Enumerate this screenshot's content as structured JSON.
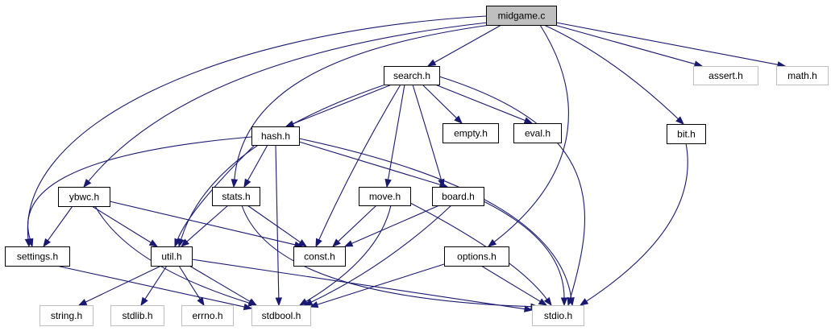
{
  "colors": {
    "edge": "#191970",
    "focus_fill": "#bfbfbf",
    "node_border": "#000000",
    "external_border": "#bfbfbf",
    "external_text": "#404040",
    "text": "#000000"
  },
  "nodes": [
    {
      "id": "midgame_c",
      "label": "midgame.c",
      "kind": "focus"
    },
    {
      "id": "search_h",
      "label": "search.h",
      "kind": "header"
    },
    {
      "id": "assert_h",
      "label": "assert.h",
      "kind": "external"
    },
    {
      "id": "math_h",
      "label": "math.h",
      "kind": "external"
    },
    {
      "id": "hash_h",
      "label": "hash.h",
      "kind": "header"
    },
    {
      "id": "empty_h",
      "label": "empty.h",
      "kind": "header"
    },
    {
      "id": "eval_h",
      "label": "eval.h",
      "kind": "header"
    },
    {
      "id": "bit_h",
      "label": "bit.h",
      "kind": "header"
    },
    {
      "id": "ybwc_h",
      "label": "ybwc.h",
      "kind": "header"
    },
    {
      "id": "stats_h",
      "label": "stats.h",
      "kind": "header"
    },
    {
      "id": "move_h",
      "label": "move.h",
      "kind": "header"
    },
    {
      "id": "board_h",
      "label": "board.h",
      "kind": "header"
    },
    {
      "id": "settings_h",
      "label": "settings.h",
      "kind": "header"
    },
    {
      "id": "util_h",
      "label": "util.h",
      "kind": "header"
    },
    {
      "id": "const_h",
      "label": "const.h",
      "kind": "header"
    },
    {
      "id": "options_h",
      "label": "options.h",
      "kind": "header"
    },
    {
      "id": "string_h",
      "label": "string.h",
      "kind": "external"
    },
    {
      "id": "stdlib_h",
      "label": "stdlib.h",
      "kind": "external"
    },
    {
      "id": "errno_h",
      "label": "errno.h",
      "kind": "external"
    },
    {
      "id": "stdbool_h",
      "label": "stdbool.h",
      "kind": "external"
    },
    {
      "id": "stdio_h",
      "label": "stdio.h",
      "kind": "external"
    }
  ],
  "edges": [
    {
      "from": "midgame_c",
      "to": "search_h"
    },
    {
      "from": "midgame_c",
      "to": "assert_h"
    },
    {
      "from": "midgame_c",
      "to": "math_h"
    },
    {
      "from": "midgame_c",
      "to": "bit_h"
    },
    {
      "from": "midgame_c",
      "to": "options_h"
    },
    {
      "from": "midgame_c",
      "to": "stats_h"
    },
    {
      "from": "midgame_c",
      "to": "ybwc_h"
    },
    {
      "from": "midgame_c",
      "to": "settings_h"
    },
    {
      "from": "search_h",
      "to": "hash_h"
    },
    {
      "from": "search_h",
      "to": "empty_h"
    },
    {
      "from": "search_h",
      "to": "eval_h"
    },
    {
      "from": "search_h",
      "to": "move_h"
    },
    {
      "from": "search_h",
      "to": "board_h"
    },
    {
      "from": "search_h",
      "to": "util_h"
    },
    {
      "from": "search_h",
      "to": "const_h"
    },
    {
      "from": "search_h",
      "to": "stdio_h"
    },
    {
      "from": "hash_h",
      "to": "stats_h"
    },
    {
      "from": "hash_h",
      "to": "util_h"
    },
    {
      "from": "hash_h",
      "to": "board_h"
    },
    {
      "from": "hash_h",
      "to": "settings_h"
    },
    {
      "from": "hash_h",
      "to": "stdbool_h"
    },
    {
      "from": "hash_h",
      "to": "stdio_h"
    },
    {
      "from": "bit_h",
      "to": "stdio_h"
    },
    {
      "from": "ybwc_h",
      "to": "settings_h"
    },
    {
      "from": "ybwc_h",
      "to": "util_h"
    },
    {
      "from": "ybwc_h",
      "to": "const_h"
    },
    {
      "from": "ybwc_h",
      "to": "stdbool_h"
    },
    {
      "from": "stats_h",
      "to": "util_h"
    },
    {
      "from": "stats_h",
      "to": "const_h"
    },
    {
      "from": "stats_h",
      "to": "stdio_h"
    },
    {
      "from": "move_h",
      "to": "const_h"
    },
    {
      "from": "move_h",
      "to": "stdio_h"
    },
    {
      "from": "move_h",
      "to": "stdbool_h"
    },
    {
      "from": "board_h",
      "to": "const_h"
    },
    {
      "from": "board_h",
      "to": "stdio_h"
    },
    {
      "from": "board_h",
      "to": "stdbool_h"
    },
    {
      "from": "settings_h",
      "to": "stdbool_h"
    },
    {
      "from": "util_h",
      "to": "string_h"
    },
    {
      "from": "util_h",
      "to": "stdlib_h"
    },
    {
      "from": "util_h",
      "to": "errno_h"
    },
    {
      "from": "util_h",
      "to": "stdbool_h"
    },
    {
      "from": "util_h",
      "to": "stdio_h"
    },
    {
      "from": "options_h",
      "to": "stdio_h"
    },
    {
      "from": "options_h",
      "to": "stdbool_h"
    }
  ]
}
